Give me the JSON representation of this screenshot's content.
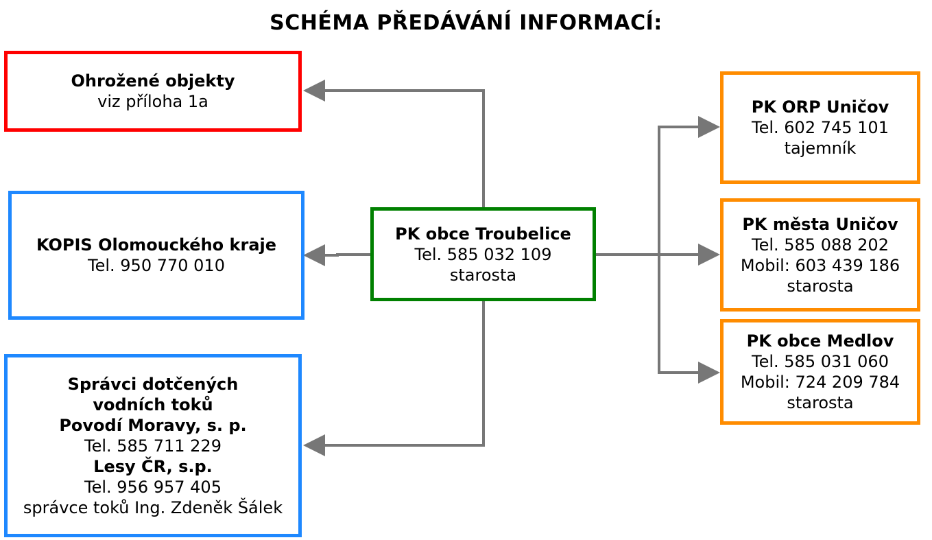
{
  "title": "SCHÉMA PŘEDÁVÁNÍ INFORMACÍ:",
  "colors": {
    "connector": "#777777",
    "red_box": "#ff0000",
    "blue_box": "#1e88ff",
    "green_box": "#008000",
    "orange_box": "#ff8c00"
  },
  "nodes": {
    "center": {
      "name": "PK obce Troubelice",
      "phone": "Tel. 585 032 109",
      "role": "starosta"
    },
    "threatened": {
      "name": "Ohrožené objekty",
      "note": "viz příloha 1a"
    },
    "kopis": {
      "name": "KOPIS Olomouckého kraje",
      "phone": "Tel. 950 770 010"
    },
    "water": {
      "line1": "Správci dotčených",
      "line2": "vodních toků",
      "org1": "Povodí Moravy, s. p.",
      "phone1": "Tel. 585 711 229",
      "org2": "Lesy ČR, s.p.",
      "phone2": "Tel. 956 957 405",
      "contact": "správce toků Ing. Zdeněk Šálek"
    },
    "orp": {
      "name": "PK ORP Uničov",
      "phone": "Tel. 602 745 101",
      "role": "tajemník"
    },
    "town": {
      "name": "PK města Uničov",
      "phone": "Tel. 585 088 202",
      "mobile": "Mobil: 603 439 186",
      "role": "starosta"
    },
    "medlov": {
      "name": "PK obce Medlov",
      "phone": "Tel. 585 031 060",
      "mobile": "Mobil: 724 209 784",
      "role": "starosta"
    }
  },
  "edges": [
    {
      "from": "center",
      "to": "threatened"
    },
    {
      "from": "center",
      "to": "kopis"
    },
    {
      "from": "center",
      "to": "water"
    },
    {
      "from": "center",
      "to": "orp"
    },
    {
      "from": "center",
      "to": "town"
    },
    {
      "from": "center",
      "to": "medlov"
    }
  ]
}
